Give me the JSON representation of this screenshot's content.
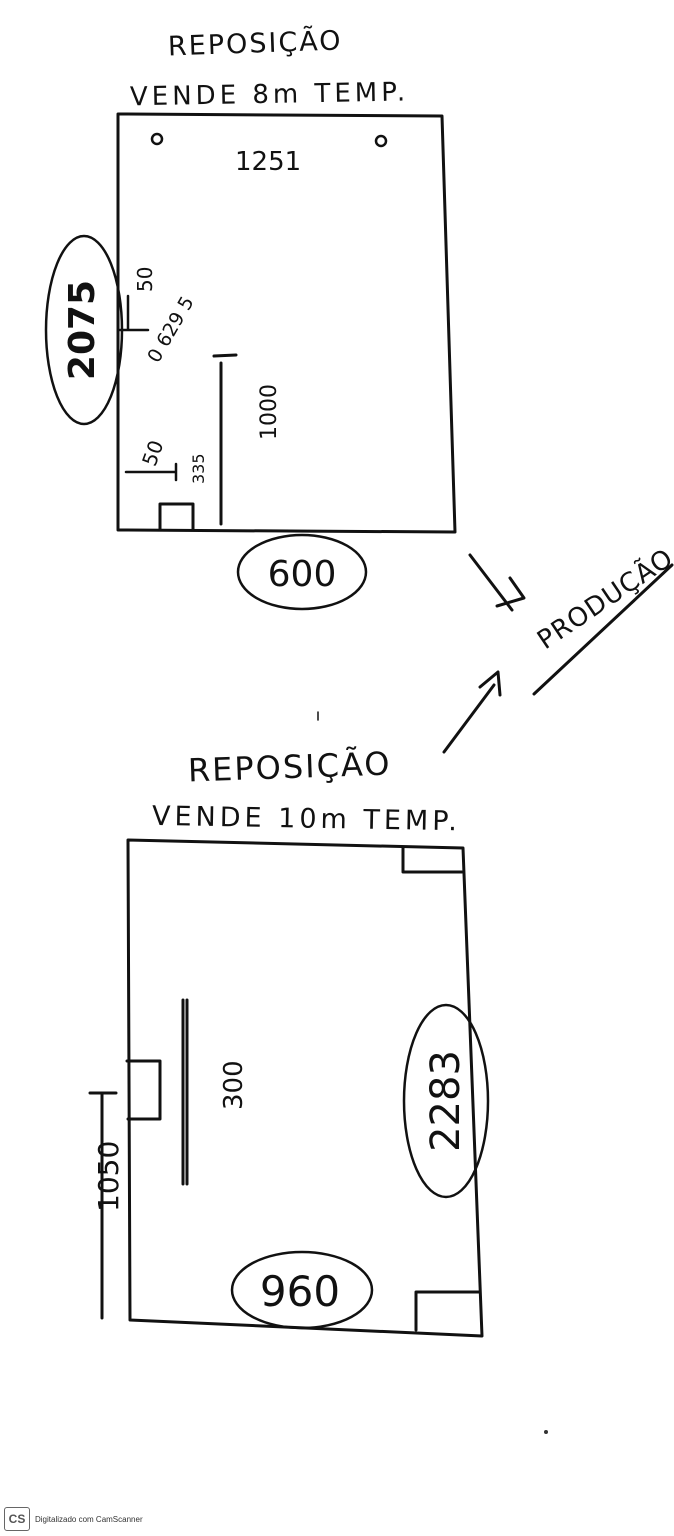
{
  "top_plan": {
    "title_line1": "REPOSIÇÃO",
    "title_line2": "VENDE 8m TEMP.",
    "top_label": "1251",
    "side_height": "2075",
    "small_gap": "50",
    "pole_label": "0 629 5",
    "wall_line": "1000",
    "box_gap": "50",
    "box_height": "335",
    "bottom_width": "600"
  },
  "arrow_label": "PRODUÇÃO",
  "bottom_plan": {
    "title_line1": "REPOSIÇÃO",
    "title_line2": "VENDE 10m TEMP.",
    "inner_line": "300",
    "side_height": "2283",
    "left_dim": "1050",
    "bottom_width": "960"
  },
  "footer": {
    "logo": "CS",
    "scanner_text": "Digitalizado com CamScanner"
  }
}
